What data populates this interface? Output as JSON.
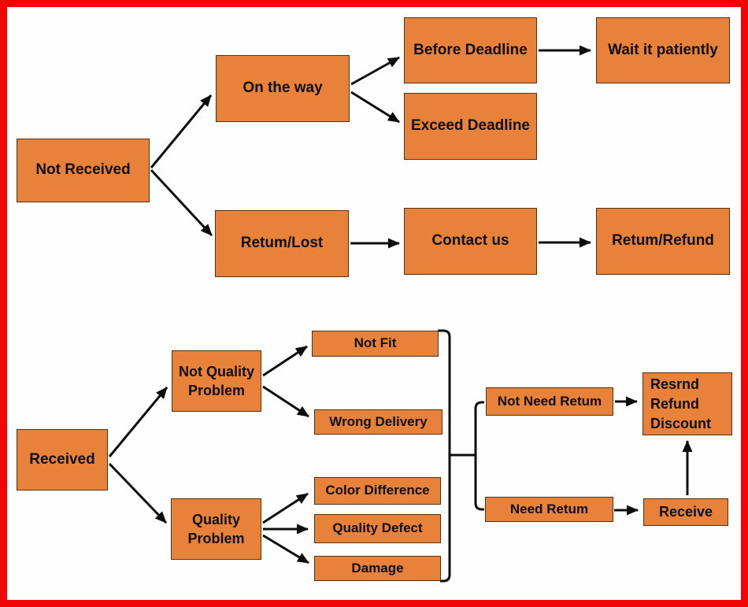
{
  "diagram": {
    "title": "Order received / not received return and refund flowchart",
    "frame_color": "#f10505",
    "background_color": "#fefefe",
    "node_fill_color": "#e8813a",
    "node_border_color": "#4f3116",
    "connector_color": "#0d0d0d",
    "text_color": "#0e0e0e"
  },
  "nodes": {
    "not_received": {
      "label": "Not Received"
    },
    "on_the_way": {
      "label": "On the way"
    },
    "before_deadline": {
      "label": "Before Deadline"
    },
    "wait_it_patiently": {
      "label": "Wait it patiently"
    },
    "exceed_deadline": {
      "label": "Exceed Deadline"
    },
    "retum_lost": {
      "label": "Retum/Lost"
    },
    "contact_us": {
      "label": "Contact us"
    },
    "retum_refund": {
      "label": "Retum/Refund"
    },
    "received": {
      "label": "Received"
    },
    "not_quality_problem": {
      "label": "Not Quality\nProblem"
    },
    "quality_problem": {
      "label": "Quality\nProblem"
    },
    "not_fit": {
      "label": "Not Fit"
    },
    "wrong_delivery": {
      "label": "Wrong Delivery"
    },
    "color_difference": {
      "label": "Color Difference"
    },
    "quality_defect": {
      "label": "Quality Defect"
    },
    "damage": {
      "label": "Damage"
    },
    "not_need_retum": {
      "label": "Not Need Retum"
    },
    "resrnd_refund_discount": {
      "label": "Resrnd\nRefund\nDiscount"
    },
    "need_retum": {
      "label": "Need Retum"
    },
    "receive": {
      "label": "Receive"
    }
  },
  "edges": [
    {
      "from": "Not Received",
      "to": "On the way"
    },
    {
      "from": "Not Received",
      "to": "Retum/Lost"
    },
    {
      "from": "On the way",
      "to": "Before Deadline"
    },
    {
      "from": "On the way",
      "to": "Exceed Deadline"
    },
    {
      "from": "Before Deadline",
      "to": "Wait it patiently"
    },
    {
      "from": "Retum/Lost",
      "to": "Contact us"
    },
    {
      "from": "Contact us",
      "to": "Retum/Refund"
    },
    {
      "from": "Received",
      "to": "Not Quality Problem"
    },
    {
      "from": "Received",
      "to": "Quality Problem"
    },
    {
      "from": "Not Quality Problem",
      "to": "Not Fit"
    },
    {
      "from": "Not Quality Problem",
      "to": "Wrong Delivery"
    },
    {
      "from": "Quality Problem",
      "to": "Color Difference"
    },
    {
      "from": "Quality Problem",
      "to": "Quality Defect"
    },
    {
      "from": "Quality Problem",
      "to": "Damage"
    },
    {
      "from": "Not Fit + Wrong Delivery + Color Difference + Quality Defect + Damage",
      "to": "Not Need Retum"
    },
    {
      "from": "Not Fit + Wrong Delivery + Color Difference + Quality Defect + Damage",
      "to": "Need Retum"
    },
    {
      "from": "Not Need Retum",
      "to": "Resrnd Refund Discount"
    },
    {
      "from": "Need Retum",
      "to": "Receive"
    },
    {
      "from": "Receive",
      "to": "Resrnd Refund Discount"
    }
  ]
}
